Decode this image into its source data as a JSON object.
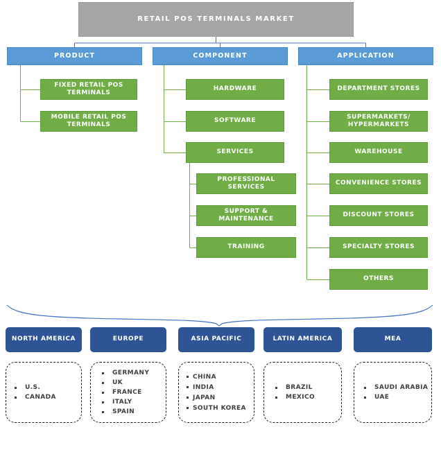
{
  "title": "RETAIL POS TERMINALS MARKET",
  "segments": [
    {
      "label": "PRODUCT",
      "children": [
        "FIXED RETAIL POS TERMINALS",
        "MOBILE RETAIL POS TERMINALS"
      ]
    },
    {
      "label": "COMPONENT",
      "children": [
        "HARDWARE",
        "SOFTWARE",
        "SERVICES"
      ],
      "subchildren": [
        "PROFESSIONAL SERVICES",
        "SUPPORT & MAINTENANCE",
        "TRAINING"
      ]
    },
    {
      "label": "APPLICATION",
      "children": [
        "DEPARTMENT STORES",
        "SUPERMARKETS/ HYPERMARKETS",
        "WAREHOUSE",
        "CONVENIENCE STORES",
        "DISCOUNT STORES",
        "SPECIALTY STORES",
        "OTHERS"
      ]
    }
  ],
  "regions": [
    {
      "label": "NORTH AMERICA",
      "countries": [
        "U.S.",
        "CANADA"
      ]
    },
    {
      "label": "EUROPE",
      "countries": [
        "GERMANY",
        "UK",
        "FRANCE",
        "ITALY",
        "SPAIN"
      ]
    },
    {
      "label": "ASIA PACIFIC",
      "countries": [
        "CHINA",
        "INDIA",
        "JAPAN",
        "SOUTH KOREA"
      ]
    },
    {
      "label": "LATIN AMERICA",
      "countries": [
        "BRAZIL",
        "MEXICO"
      ]
    },
    {
      "label": "MEA",
      "countries": [
        "SAUDI ARABIA",
        "UAE"
      ]
    }
  ],
  "colors": {
    "root_gray": "#a6a6a6",
    "category_blue": "#5b9bd5",
    "child_green": "#70ad47",
    "region_dark_blue": "#2f5496",
    "connector_blue": "#4472c4",
    "connector_green": "#70ad47",
    "list_text": "#3f3f3f"
  }
}
